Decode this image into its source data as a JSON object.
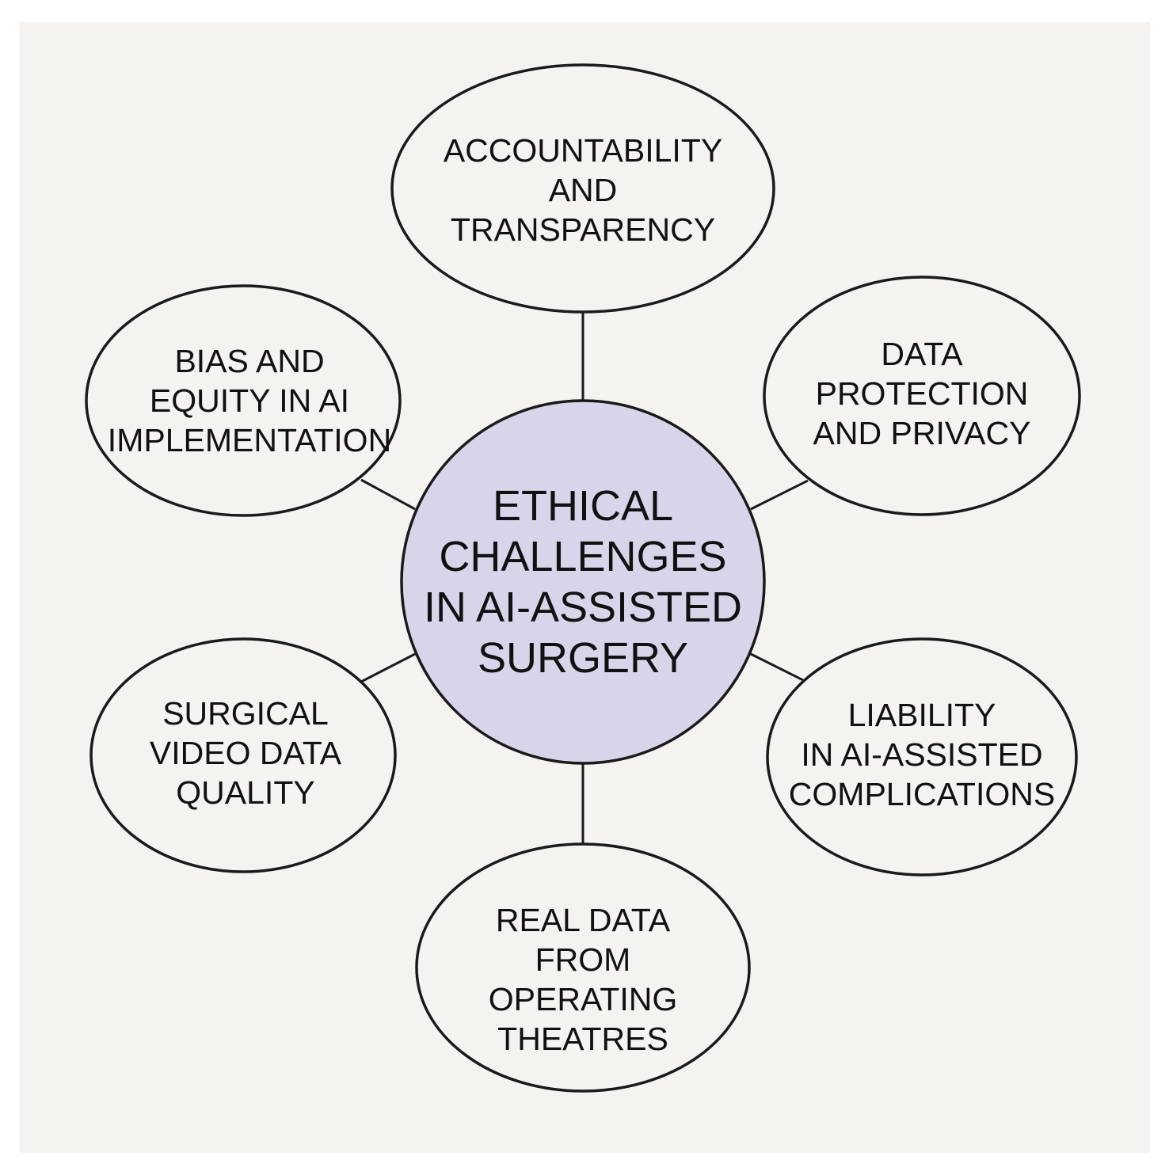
{
  "colors": {
    "background": "#f4f3ef",
    "center_fill": "#d8d5ea",
    "outer_fill": "#f4f3ef",
    "stroke": "#1a1a1a"
  },
  "center": {
    "lines": [
      "ETHICAL",
      "CHALLENGES",
      "IN AI-ASSISTED",
      "SURGERY"
    ]
  },
  "nodes": {
    "accountability": {
      "lines": [
        "ACCOUNTABILITY",
        "AND",
        "TRANSPARENCY"
      ]
    },
    "data_protection": {
      "lines": [
        "DATA",
        "PROTECTION",
        "AND PRIVACY"
      ]
    },
    "liability": {
      "lines": [
        "LIABILITY",
        "IN AI-ASSISTED",
        "COMPLICATIONS"
      ]
    },
    "real_data": {
      "lines": [
        "REAL DATA",
        "FROM",
        "OPERATING",
        "THEATRES"
      ]
    },
    "video_quality": {
      "lines": [
        "SURGICAL",
        "VIDEO DATA",
        "QUALITY"
      ]
    },
    "bias_equity": {
      "lines": [
        "BIAS AND",
        "EQUITY IN AI",
        "IMPLEMENTATION"
      ]
    }
  }
}
